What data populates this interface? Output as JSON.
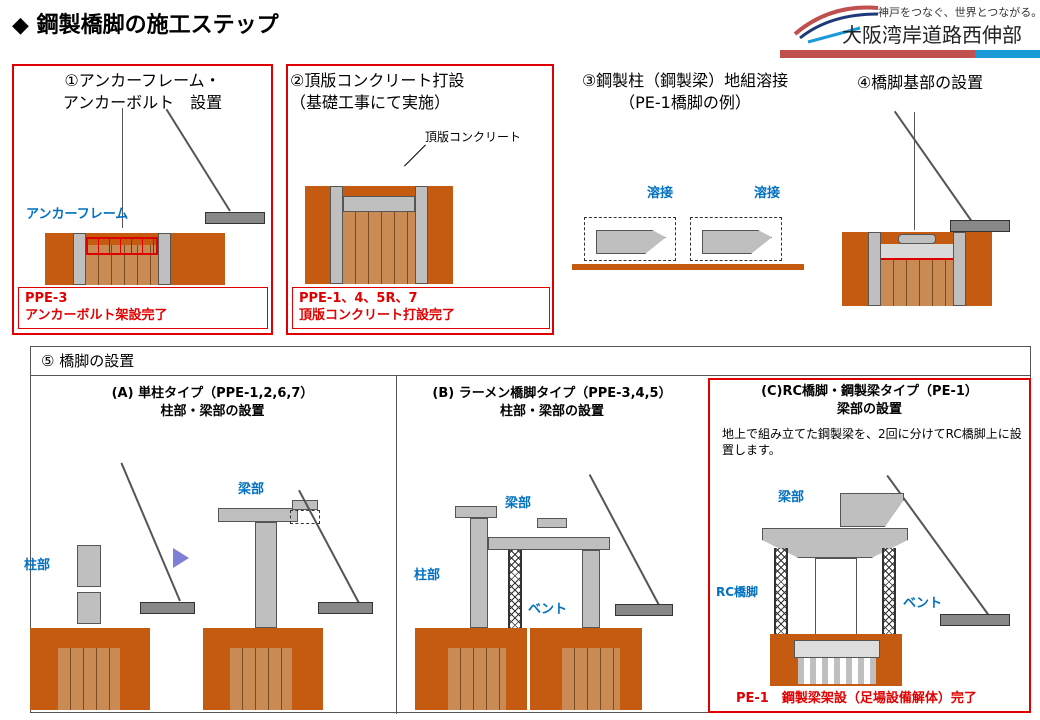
{
  "header": {
    "title": "◆ 鋼製橋脚の施工ステップ",
    "logo_tagline": "神戸をつなぐ、世界とつながる。",
    "logo_name": "大阪湾岸道路西伸部"
  },
  "steps": [
    {
      "title_l1": "①アンカーフレーム・",
      "title_l2": "アンカーボルト　設置",
      "label": "アンカーフレーム",
      "note_l1": "PPE-3",
      "note_l2": "アンカーボルト架設完了"
    },
    {
      "title_l1": "②頂版コンクリート打設",
      "title_l2": "（基礎工事にて実施）",
      "label": "頂版コンクリート",
      "note_l1": "PPE-1、4、5R、7",
      "note_l2": "頂版コンクリート打設完了"
    },
    {
      "title_l1": "③鋼製柱（鋼製梁）地組溶接",
      "title_l2": "（PE-1橋脚の例）",
      "label_a": "溶接",
      "label_b": "溶接"
    },
    {
      "title_l1": "④橋脚基部の設置"
    }
  ],
  "section5": {
    "title": "⑤ 橋脚の設置",
    "a": {
      "title_l1": "(A) 単柱タイプ（PPE-1,2,6,7）",
      "title_l2": "柱部・梁部の設置",
      "label_column": "柱部",
      "label_beam": "梁部"
    },
    "b": {
      "title_l1": "(B) ラーメン橋脚タイプ（PPE-3,4,5）",
      "title_l2": "柱部・梁部の設置",
      "label_beam": "梁部",
      "label_column": "柱部",
      "label_bent": "ベント"
    },
    "c": {
      "title_l1": "(C)RC橋脚・鋼製梁タイプ（PE-1）",
      "title_l2": "梁部の設置",
      "desc": "地上で組み立てた鋼製梁を、2回に分けてRC橋脚上に設置します。",
      "label_beam": "梁部",
      "label_rc": "RC橋脚",
      "label_bent": "ベント",
      "note": "PE-1　鋼製梁架設（足場設備解体）完了"
    }
  },
  "colors": {
    "accent_red": "#e00000",
    "label_blue": "#0070c0",
    "ground": "#c55a11"
  }
}
